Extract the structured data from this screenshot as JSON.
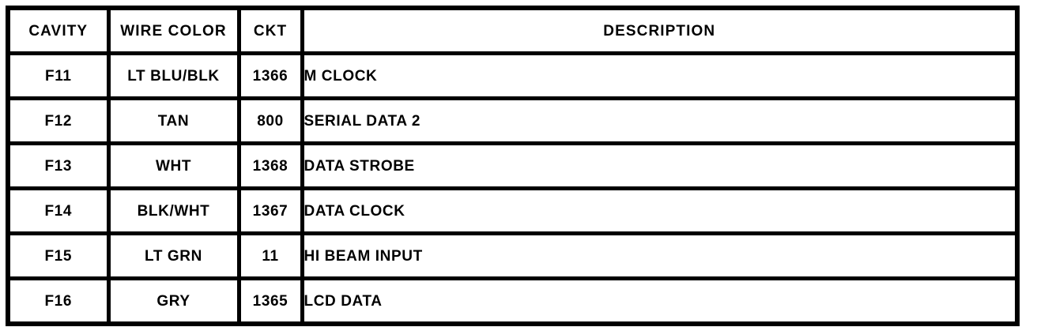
{
  "document": {
    "type": "connector-pinout-table",
    "ink_color": "#000000",
    "paper_color": "#ffffff"
  },
  "table": {
    "columns": [
      {
        "key": "cavity",
        "label": "CAVITY",
        "align": "center"
      },
      {
        "key": "wire_color",
        "label": "WIRE COLOR",
        "align": "center"
      },
      {
        "key": "ckt",
        "label": "CKT",
        "align": "center"
      },
      {
        "key": "description",
        "label": "DESCRIPTION",
        "align": "left"
      }
    ],
    "rows": [
      {
        "cavity": "F11",
        "wire_color": "LT BLU/BLK",
        "ckt": "1366",
        "description": "M CLOCK"
      },
      {
        "cavity": "F12",
        "wire_color": "TAN",
        "ckt": "800",
        "description": "SERIAL DATA 2"
      },
      {
        "cavity": "F13",
        "wire_color": "WHT",
        "ckt": "1368",
        "description": "DATA STROBE"
      },
      {
        "cavity": "F14",
        "wire_color": "BLK/WHT",
        "ckt": "1367",
        "description": "DATA CLOCK"
      },
      {
        "cavity": "F15",
        "wire_color": "LT GRN",
        "ckt": "11",
        "description": "HI BEAM INPUT"
      },
      {
        "cavity": "F16",
        "wire_color": "GRY",
        "ckt": "1365",
        "description": "LCD DATA"
      }
    ]
  }
}
